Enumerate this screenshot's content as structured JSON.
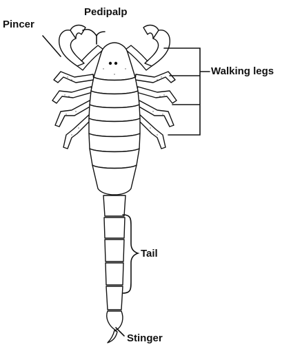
{
  "labels": {
    "pincer": "Pincer",
    "pedipalp": "Pedipalp",
    "walking_legs": "Walking legs",
    "tail": "Tail",
    "stinger": "Stinger"
  },
  "colors": {
    "ink": "#111111",
    "body_fill": "#ffffff"
  }
}
